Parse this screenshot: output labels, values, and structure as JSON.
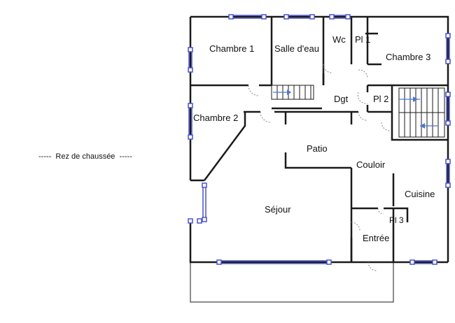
{
  "caption": "-----  Rez de chaussée  -----",
  "rooms": {
    "chambre1": "Chambre 1",
    "salle_eau": "Salle d'eau",
    "wc": "Wc",
    "pl1": "Pl 1",
    "chambre3": "Chambre 3",
    "dgt": "Dgt",
    "pl2": "Pl 2",
    "chambre2": "Chambre 2",
    "patio": "Patio",
    "couloir": "Couloir",
    "cuisine": "Cuisine",
    "sejour": "Séjour",
    "pl3": "Pl 3",
    "entree": "Entrée"
  },
  "colors": {
    "wall": "#1a1a1a",
    "window": "#4a52c8",
    "arrow": "#4a78d0",
    "door": "#888888"
  }
}
